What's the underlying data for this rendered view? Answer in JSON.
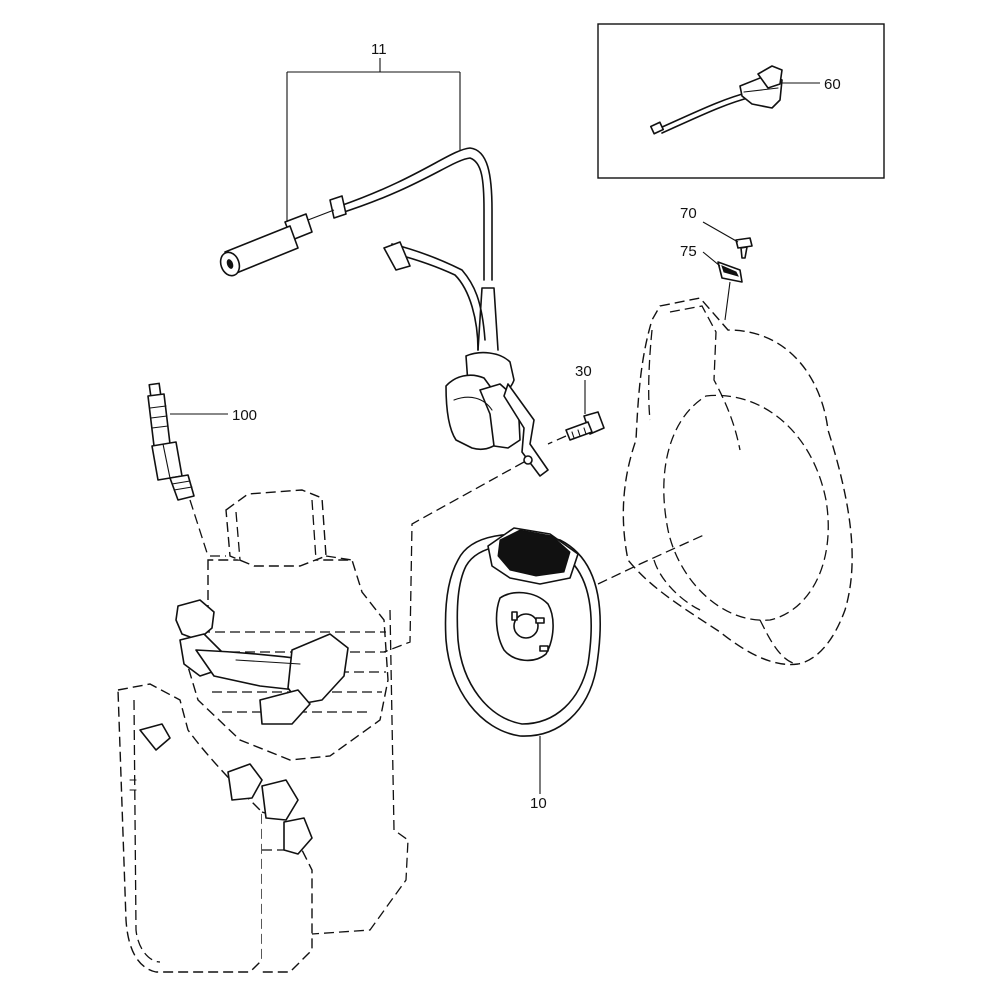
{
  "callouts": {
    "c11": "11",
    "c60": "60",
    "c70": "70",
    "c75": "75",
    "c30": "30",
    "c100": "100",
    "c10": "10"
  }
}
